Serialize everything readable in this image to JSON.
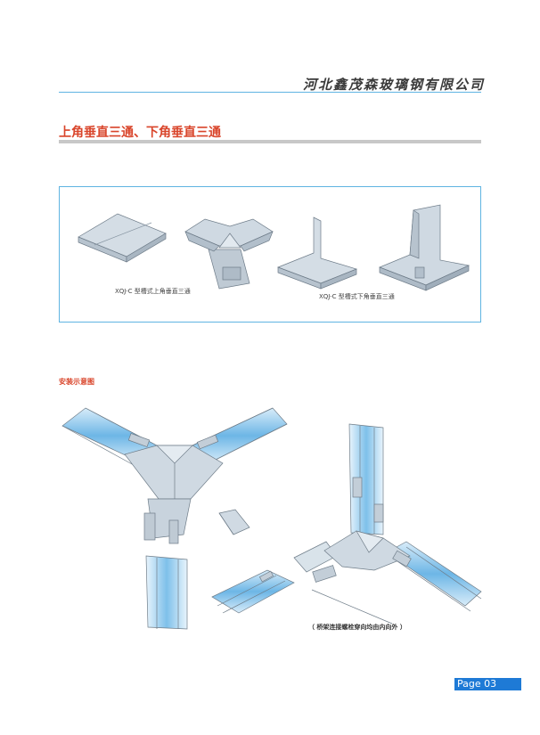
{
  "header": {
    "company_name": "河北鑫茂森玻璃钢有限公司"
  },
  "section": {
    "title": "上角垂直三通、下角垂直三通"
  },
  "products": {
    "caption_upper": "XQJ-C 型槽式上角垂直三通",
    "caption_lower": "XQJ-C 型槽式下角垂直三通"
  },
  "installation": {
    "title": "安装示意图",
    "note": "（ 桥架连接螺栓穿向均由内向外 ）"
  },
  "footer": {
    "page_label": "Page 03"
  },
  "colors": {
    "accent_blue": "#5fb4e2",
    "title_red": "#d9452b",
    "badge_blue": "#1e7ad6"
  }
}
